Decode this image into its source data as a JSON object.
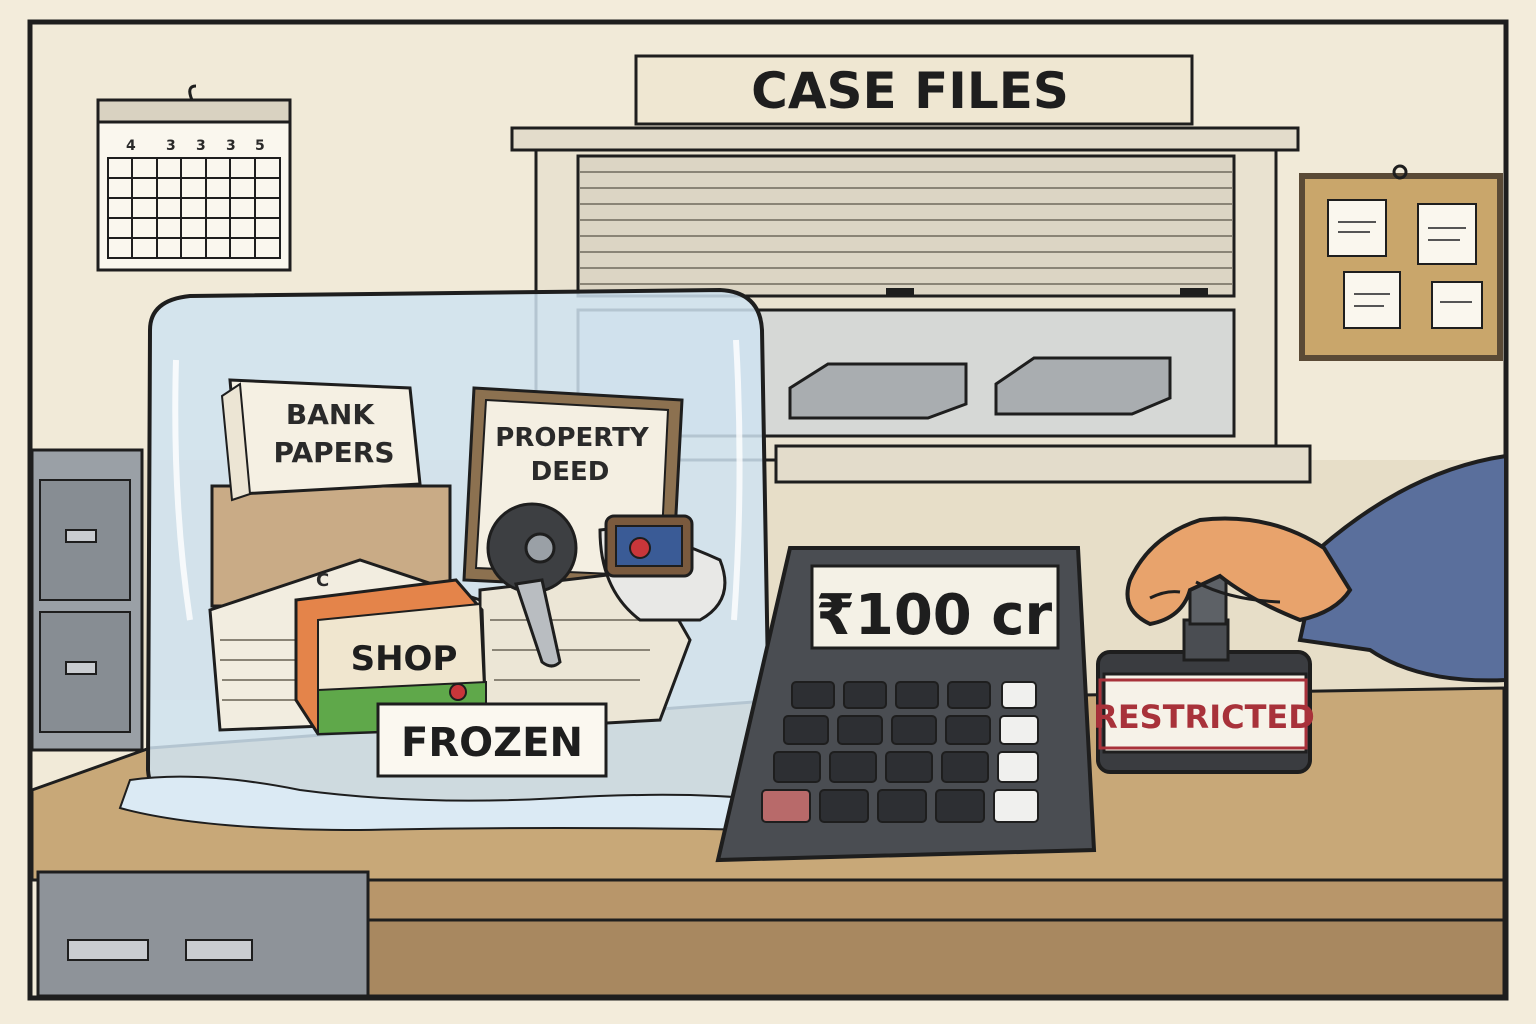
{
  "sign": {
    "case_files": "CASE FILES"
  },
  "calendar": {
    "dates": [
      "4",
      "3",
      "3",
      "3",
      "5"
    ]
  },
  "frozen_assets": {
    "bank_papers": [
      "BANK",
      "PAPERS"
    ],
    "property_deed": [
      "PROPERTY",
      "DEED"
    ],
    "shop": "SHOP",
    "letter_c": "C",
    "frozen_tag": "FROZEN"
  },
  "calculator": {
    "display": "₹100 cr"
  },
  "stamp": {
    "text": "RESTRICTED",
    "ink_color": "#a8323a"
  },
  "colors": {
    "ice": "#cfe3f1",
    "wall": "#f1ead8",
    "desk": "#c8a878",
    "cabinet": "#8e9399",
    "sleeve": "#5a6f9c"
  }
}
